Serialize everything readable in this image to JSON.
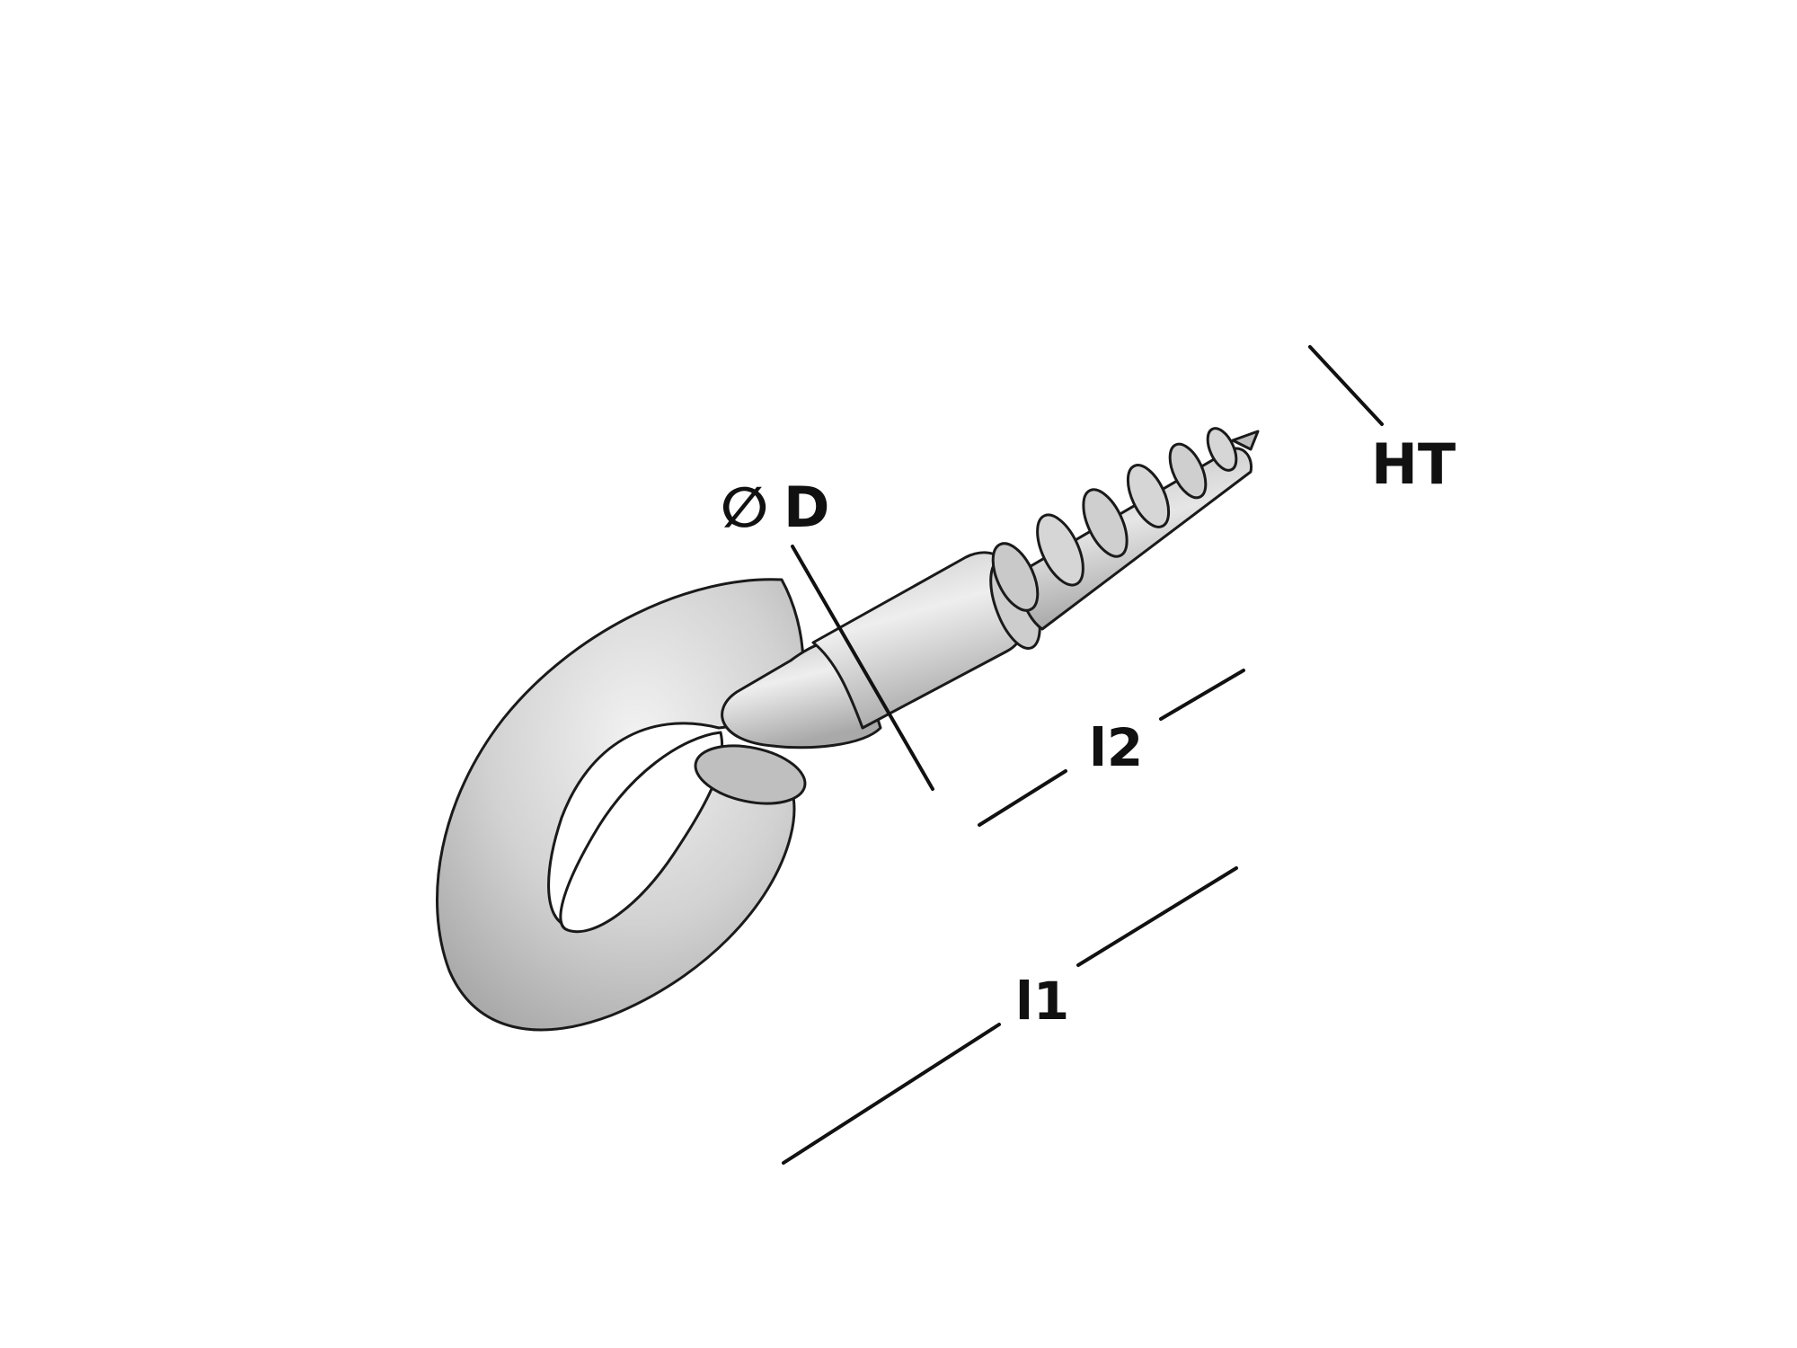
{
  "labels": {
    "diameter_symbol": "∅",
    "diameter": "D",
    "thread_type": "HT",
    "length_shank": "l2",
    "length_total": "l1"
  },
  "colors": {
    "metal": "#cfcfcf",
    "metal_light": "#ececec",
    "metal_dark": "#9d9d9d",
    "outline": "#1a1a1a",
    "text": "#111111"
  }
}
